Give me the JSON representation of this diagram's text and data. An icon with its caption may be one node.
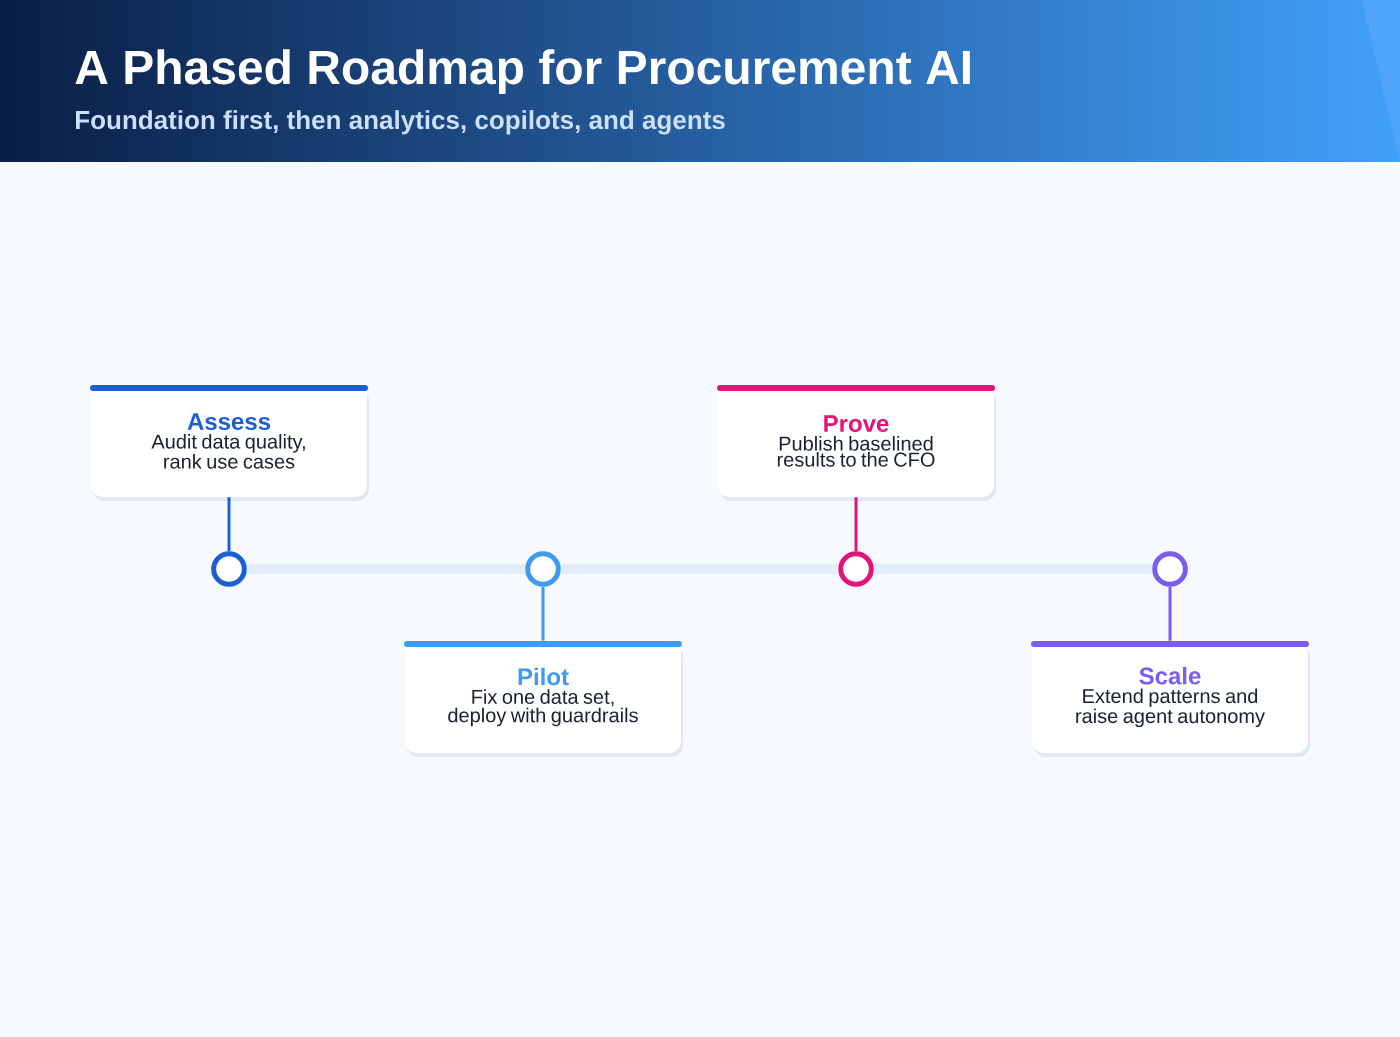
{
  "diagram": {
    "title": "A Phased Roadmap for Procurement AI",
    "caption": "Foundation first, then analytics, copilots, and agents",
    "nodes": [
      {
        "text": [
          "Assess",
          "Audit data quality, rank use cases"
        ]
      },
      {
        "text": [
          "Prove",
          "Publish baselined results to the CFO"
        ]
      },
      {
        "text": [],
        "shape": "circle"
      },
      {
        "text": [],
        "shape": "circle"
      },
      {
        "text": [],
        "shape": "circle"
      },
      {
        "text": [],
        "shape": "circle"
      },
      {
        "text": [
          "Pilot",
          "Fix one data set, deploy with guardrails"
        ]
      },
      {
        "text": [
          "Scale",
          "Extend patterns and raise agent autonomy"
        ]
      }
    ],
    "edges": [
      {
        "from": 0,
        "to": 2,
        "arrow": "none",
        "color": "#1a5fd6"
      },
      {
        "from": 1,
        "to": 4,
        "arrow": "none",
        "color": "#e0157a"
      },
      {
        "from": 6,
        "to": 3,
        "arrow": "none",
        "color": "#3d9cf0"
      },
      {
        "from": 7,
        "to": 5,
        "arrow": "none",
        "color": "#7b5cf0"
      },
      {
        "from": 2,
        "to": 3,
        "arrow": "none",
        "style": "thick",
        "color": "#e3ecfa"
      },
      {
        "from": 3,
        "to": 4,
        "arrow": "none",
        "style": "thick",
        "color": "#e3ecfa"
      },
      {
        "from": 4,
        "to": 5,
        "arrow": "none",
        "style": "thick",
        "color": "#e3ecfa"
      }
    ]
  }
}
